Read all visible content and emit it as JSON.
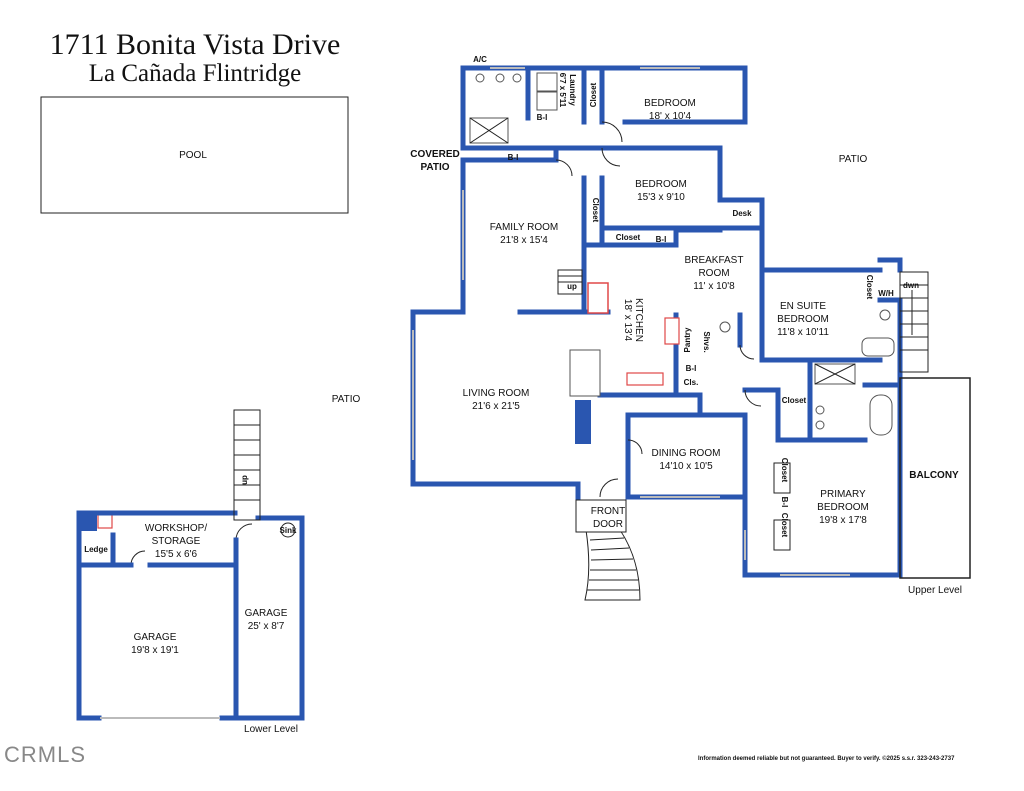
{
  "header": {
    "address": "1711 Bonita Vista Drive",
    "city": "La Cañada Flintridge"
  },
  "rooms": {
    "pool": "POOL",
    "covered_patio_1": "COVERED",
    "covered_patio_2": "PATIO",
    "patio_top": "PATIO",
    "patio_left": "PATIO",
    "ac": "A/C",
    "laundry": "Laundry",
    "laundry_dim": "6'7 x 5'11",
    "closet": "Closet",
    "bi": "B-I",
    "bedroom1": "BEDROOM",
    "bedroom1_dim": "18' x 10'4",
    "bedroom2": "BEDROOM",
    "bedroom2_dim": "15'3 x 9'10",
    "desk": "Desk",
    "family_room": "FAMILY ROOM",
    "family_room_dim": "21'8 x 15'4",
    "breakfast_1": "BREAKFAST",
    "breakfast_2": "ROOM",
    "breakfast_dim": "11' x 10'8",
    "kitchen": "KITCHEN",
    "kitchen_dim": "18' x 13'4",
    "up": "up",
    "dwn": "dwn",
    "wh": "W/H",
    "en_suite_1": "EN SUITE",
    "en_suite_2": "BEDROOM",
    "en_suite_dim": "11'8 x 10'11",
    "pantry": "Pantry",
    "shvs": "Shvs.",
    "cls": "Cls.",
    "living_room": "LIVING ROOM",
    "living_room_dim": "21'6 x 21'5",
    "dining_room": "DINING ROOM",
    "dining_room_dim": "14'10 x 10'5",
    "front_door_1": "FRONT",
    "front_door_2": "DOOR",
    "balcony": "BALCONY",
    "primary_1": "PRIMARY",
    "primary_2": "BEDROOM",
    "primary_dim": "19'8 x 17'8",
    "upper_level": "Upper Level",
    "workshop_1": "WORKSHOP/",
    "workshop_2": "STORAGE",
    "workshop_dim": "15'5 x 6'6",
    "ledge": "Ledge",
    "sink": "Sink",
    "garage1": "GARAGE",
    "garage1_dim": "19'8 x 19'1",
    "garage2": "GARAGE",
    "garage2_dim": "25' x 8'7",
    "lower_level": "Lower Level"
  },
  "footer": {
    "disclaimer": "Information deemed reliable but not guaranteed. Buyer to verify. ©2025 s.s.r. 323-243-2737",
    "watermark": "CRMLS"
  },
  "colors": {
    "wall": "#2a56b0",
    "accent": "#e04848",
    "text": "#111111"
  }
}
